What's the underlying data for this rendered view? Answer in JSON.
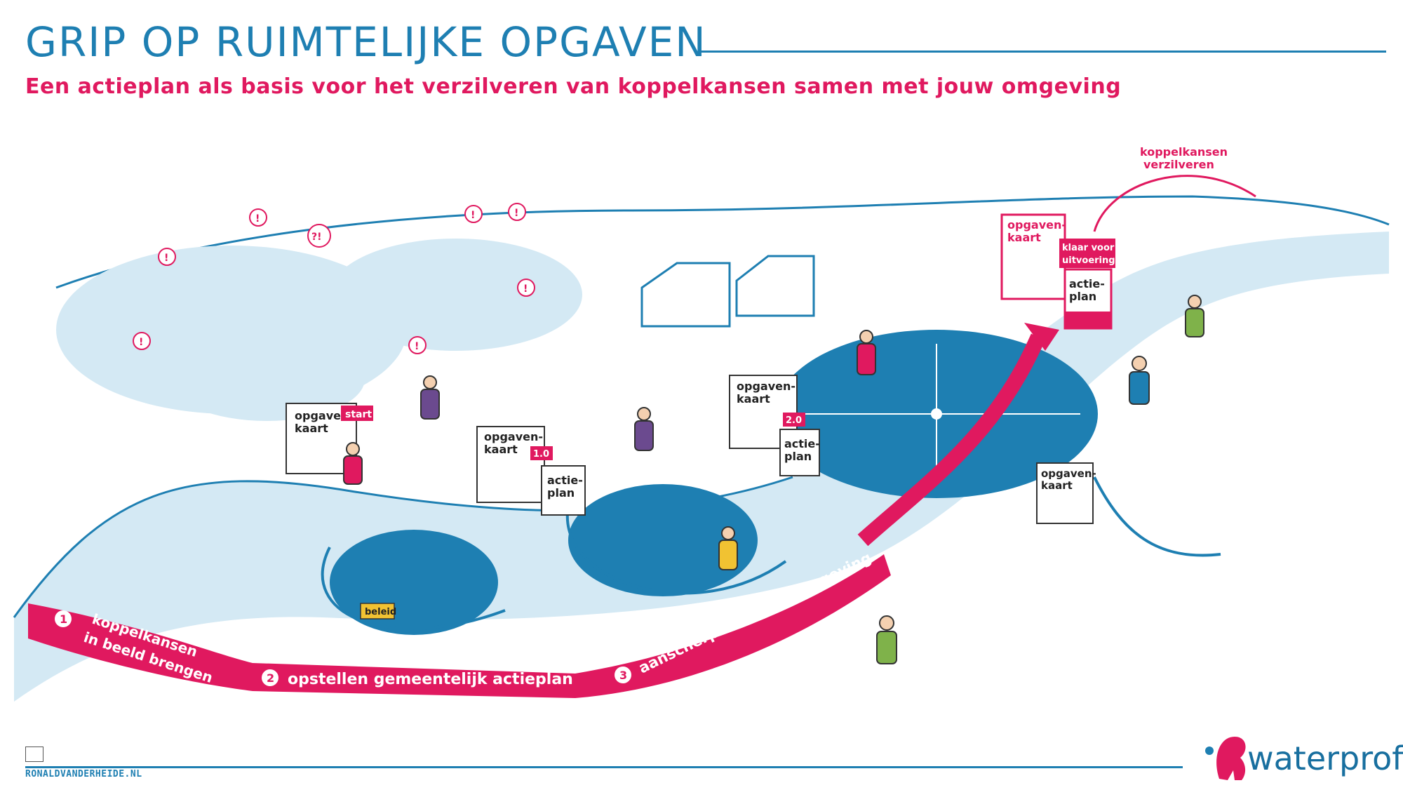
{
  "header": {
    "title": "GRIP OP RUIMTELIJKE OPGAVEN",
    "subtitle": "Een actieplan als basis voor het verzilveren van koppelkansen samen met jouw omgeving"
  },
  "colors": {
    "blue": "#1e7fb2",
    "pink": "#e0195f",
    "light_blue": "#d4e9f4",
    "dark_blue": "#186f9f"
  },
  "steps": [
    {
      "number": "1",
      "label_line1": "koppelkansen",
      "label_line2": "in beeld brengen"
    },
    {
      "number": "2",
      "label": "opstellen gemeentelijk actieplan"
    },
    {
      "number": "3",
      "label": "aanscherpen met de omgeving"
    }
  ],
  "boards": {
    "opgavenkaart_line1": "opgaven-",
    "opgavenkaart_line2": "kaart",
    "start": "start",
    "version_1": "1.0",
    "version_2": "2.0",
    "actieplan_line1": "actie-",
    "actieplan_line2": "plan",
    "klaar_line1": "klaar voor",
    "klaar_line2": "uitvoering"
  },
  "labels": {
    "beleid": "beleid",
    "koppelkansen_line1": "koppelkansen",
    "koppelkansen_line2": "verzilveren",
    "excl": "!",
    "question": "?!"
  },
  "footer": {
    "credit": "RONALDVANDERHEIDE.NL",
    "brand": "waterprof"
  }
}
